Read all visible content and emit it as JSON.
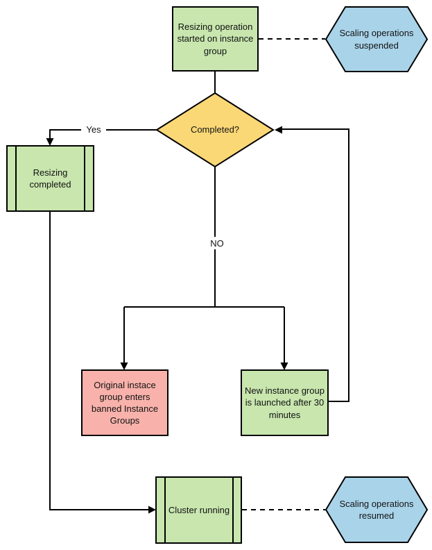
{
  "diagram": {
    "type": "flowchart",
    "background": "#ffffff",
    "line_color": "#000000",
    "nodes": {
      "start": {
        "shape": "process",
        "label": "Resizing operation started on instance group",
        "fill": "#c8e6ae"
      },
      "suspended": {
        "shape": "hexagon",
        "label": "Scaling operations suspended",
        "fill": "#a9d3e9"
      },
      "completed": {
        "shape": "decision",
        "label": "Completed?",
        "fill": "#fbd876"
      },
      "resizing_completed": {
        "shape": "predefined-process",
        "label": "Resizing completed",
        "fill": "#c8e6ae"
      },
      "banned": {
        "shape": "process",
        "label": "Original instace group enters banned Instance Groups",
        "fill": "#f8b2ab"
      },
      "new_group": {
        "shape": "process",
        "label": "New instance group is launched after 30 minutes",
        "fill": "#c8e6ae"
      },
      "cluster_running": {
        "shape": "predefined-process",
        "label": "Cluster running",
        "fill": "#c8e6ae"
      },
      "resumed": {
        "shape": "hexagon",
        "label": "Scaling operations resumed",
        "fill": "#a9d3e9"
      }
    },
    "edge_labels": {
      "yes": "Yes",
      "no": "NO"
    },
    "edges": [
      "start -> completed",
      "start -- suspended (dashed)",
      "completed -> resizing_completed (Yes)",
      "completed -> banned (NO)",
      "completed -> new_group (NO)",
      "new_group -> completed (loop)",
      "resizing_completed -> cluster_running",
      "cluster_running -- resumed (dashed)"
    ]
  }
}
